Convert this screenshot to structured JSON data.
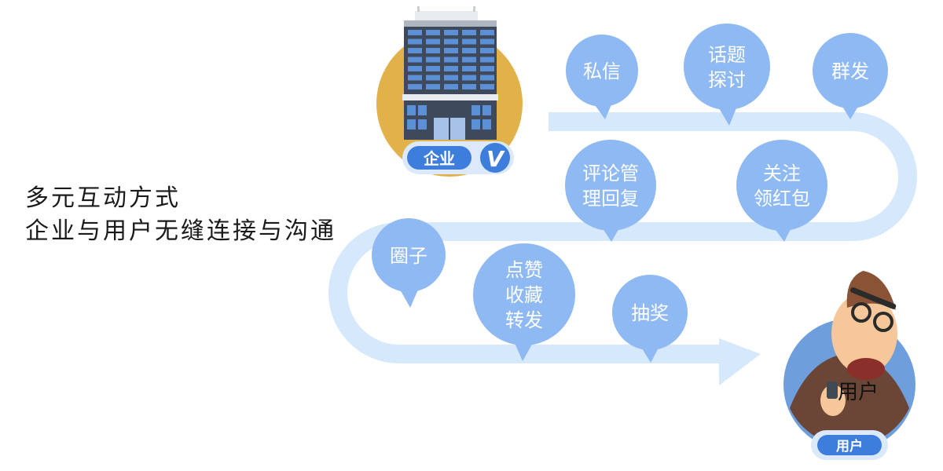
{
  "headline": {
    "line1": "多元互动方式",
    "line2": "企业与用户无缝连接与沟通"
  },
  "enterprise": {
    "badge_label": "企业",
    "verified_mark": "V"
  },
  "user": {
    "overlay_label": "用户",
    "badge_label": "用户"
  },
  "bubbles": [
    {
      "id": "private-message",
      "lines": [
        "私信"
      ]
    },
    {
      "id": "topic-discussion",
      "lines": [
        "话题",
        "探讨"
      ]
    },
    {
      "id": "group-send",
      "lines": [
        "群发"
      ]
    },
    {
      "id": "comment-management",
      "lines": [
        "评论管",
        "理回复"
      ]
    },
    {
      "id": "follow-red-packet",
      "lines": [
        "关注",
        "领红包"
      ]
    },
    {
      "id": "circle",
      "lines": [
        "圈子"
      ]
    },
    {
      "id": "like-collect-share",
      "lines": [
        "点赞",
        "收藏",
        "转发"
      ]
    },
    {
      "id": "lottery",
      "lines": [
        "抽奖"
      ]
    }
  ],
  "colors": {
    "track": "#d6e8fb",
    "bubble": "#8fb9f2",
    "badge": "#3d7ddc",
    "enterprise_circle": "#e2b24a",
    "user_circle": "#6e9fdc"
  }
}
